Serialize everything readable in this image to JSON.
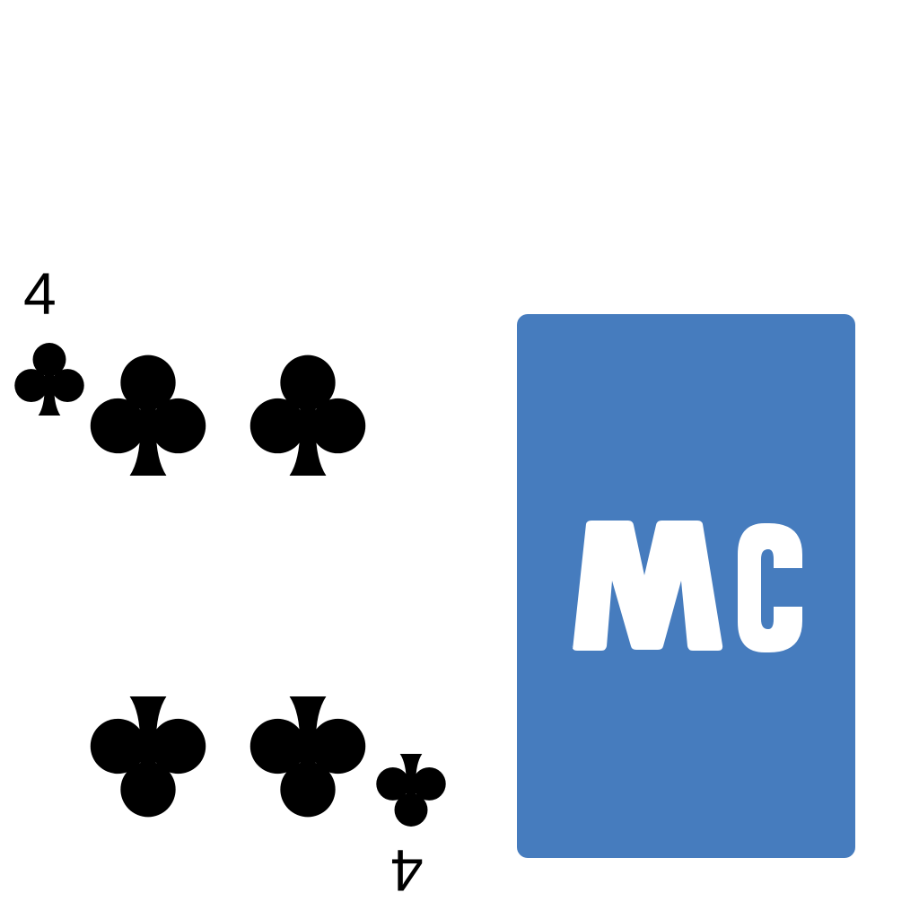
{
  "card_face": {
    "rank": "4",
    "suit": "clubs",
    "suit_icon": "club-icon",
    "pip_count": 4,
    "ink_color": "#000000"
  },
  "card_back": {
    "logo_text": "MC",
    "background_color": "#467CBE",
    "logo_color": "#FFFFFF"
  }
}
